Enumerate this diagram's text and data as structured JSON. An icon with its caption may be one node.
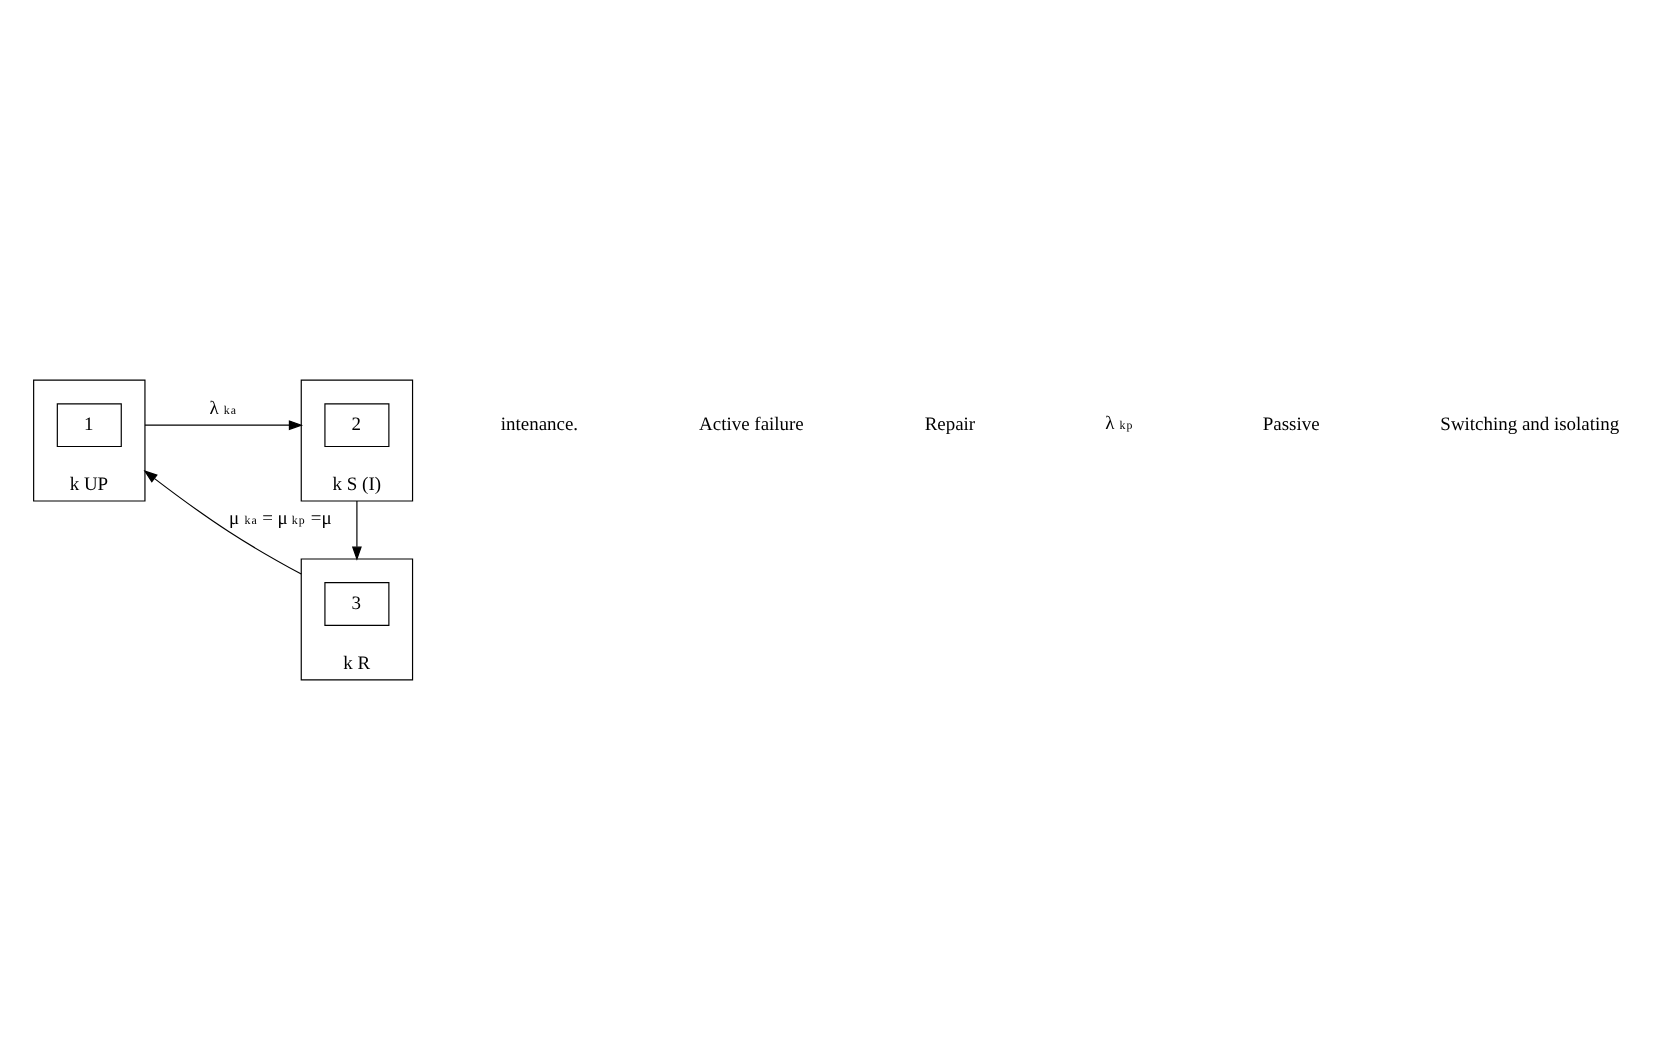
{
  "diagram": {
    "nodes": [
      {
        "text": [
          "k UP"
        ]
      },
      {
        "text": [
          "1"
        ],
        "in": 0
      },
      {
        "text": [
          "k S (I)"
        ]
      },
      {
        "text": [
          "2"
        ],
        "in": 2
      },
      {
        "text": [
          "k R"
        ]
      },
      {
        "text": [
          "3"
        ],
        "in": 4
      }
    ],
    "edges": [
      {
        "from": 0,
        "to": 2,
        "arrow": "to",
        "label": "λ $_{k}$$^{a}$"
      },
      {
        "from": 2,
        "to": 4,
        "arrow": "to"
      },
      {
        "from": 4,
        "to": 0,
        "arrow": "to",
        "label": "μ $_{k}$$^{a}$ = μ $_{k}$$^{p}$ =μ"
      }
    ],
    "labels": [
      "intenance.",
      "Active failure",
      "Repair",
      "λ $_{k}$$^{p}$",
      "Passive",
      "Switching and isolating"
    ]
  }
}
